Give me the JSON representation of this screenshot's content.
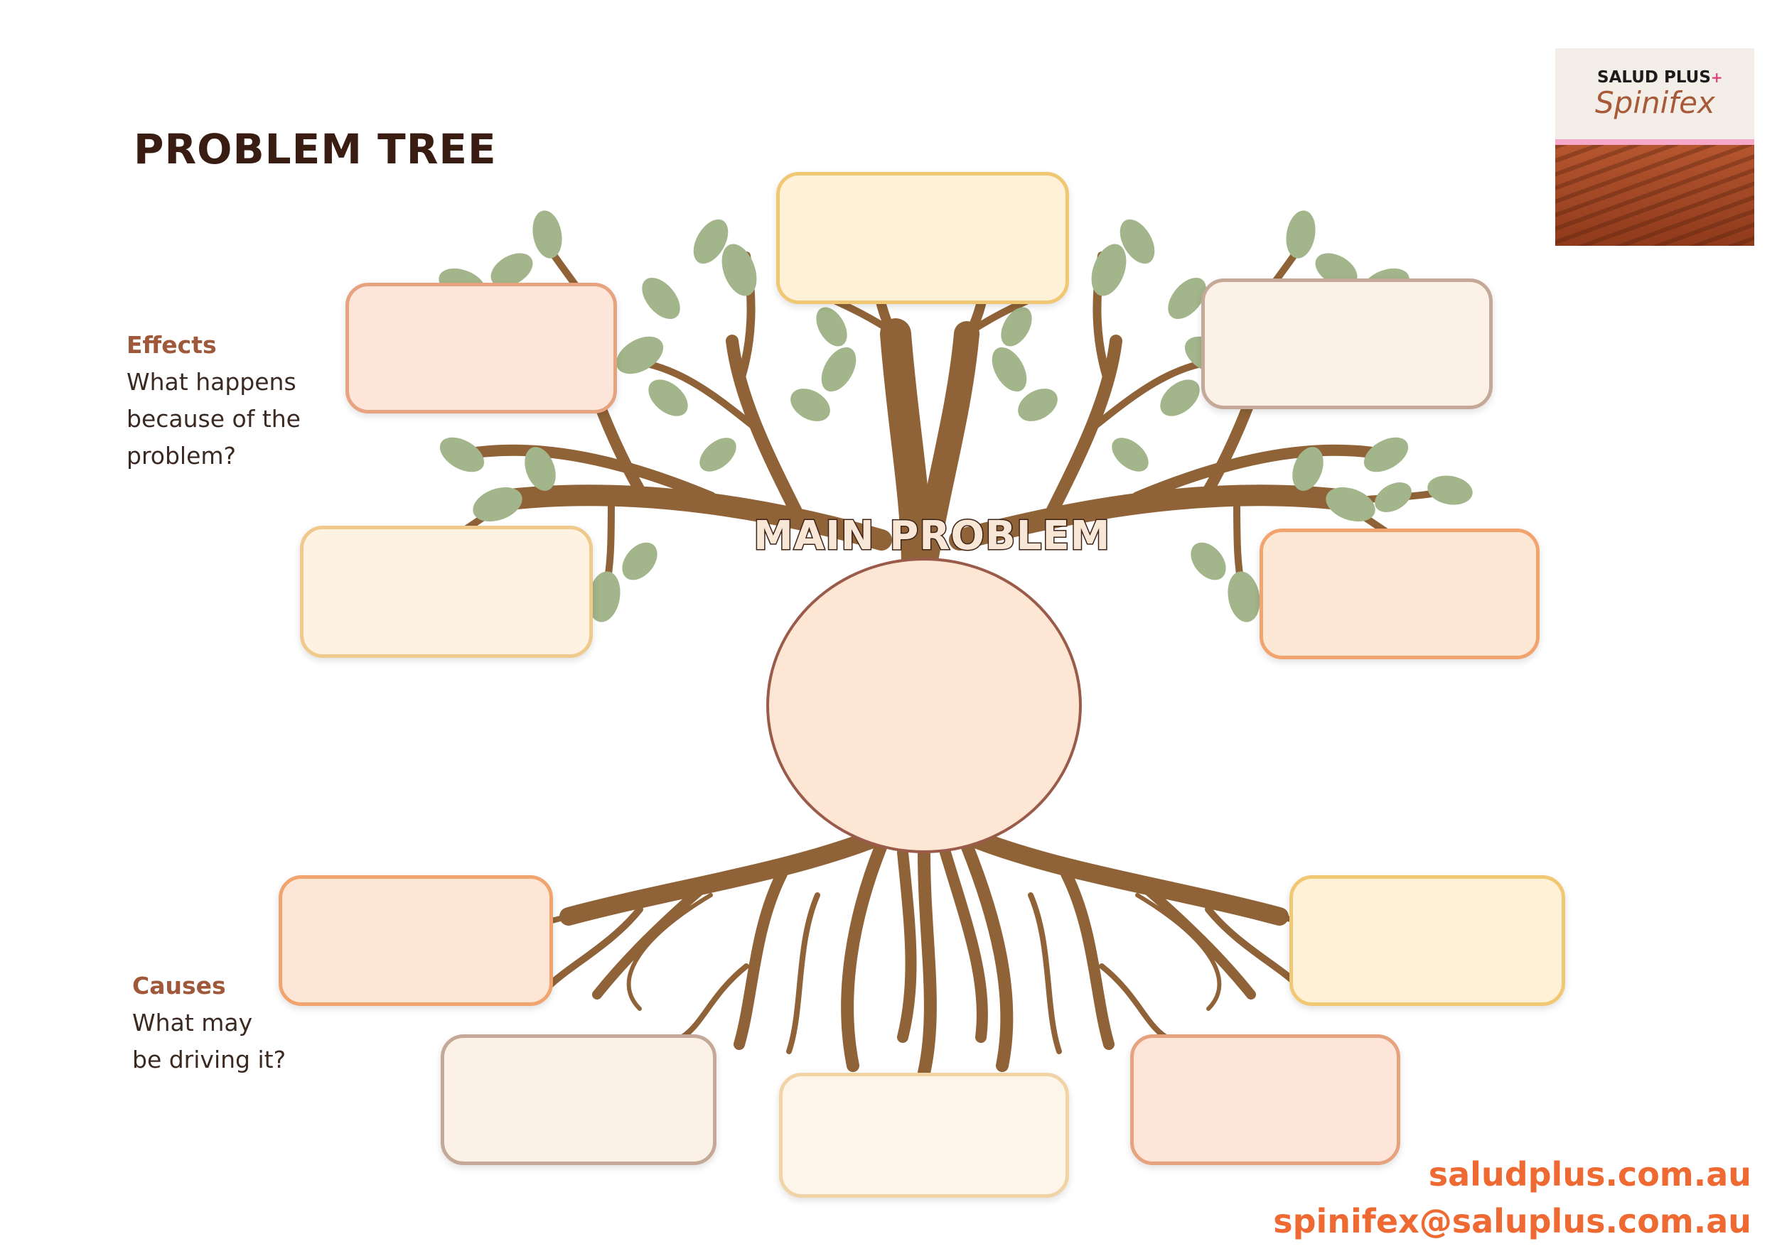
{
  "title": "PROBLEM TREE",
  "effects": {
    "heading": "Effects",
    "lines": [
      "What happens",
      "because of the",
      "problem?"
    ]
  },
  "causes": {
    "heading": "Causes",
    "lines": [
      "What may",
      "be driving it?"
    ]
  },
  "main_problem": "MAIN PROBLEM",
  "logo": {
    "line1": "SALUD PLUS",
    "plus": "+",
    "line2": "Spinifex"
  },
  "footer": {
    "website": "saludplus.com.au",
    "email": "spinifex@saluplus.com.au"
  },
  "colors": {
    "peach": "#fde6d9",
    "peach_border": "#e7a27f",
    "cream": "#fff0d8",
    "cream_border": "#f0c874",
    "light": "#fbf1e6",
    "light_border": "#c4a898",
    "orange_border": "#f2a46f",
    "trunk": "#8f6337",
    "leaf": "#a3b58a"
  },
  "effect_boxes": [
    {
      "id": "effect-box-1",
      "theme": "cream"
    },
    {
      "id": "effect-box-2",
      "theme": "peach"
    },
    {
      "id": "effect-box-3",
      "theme": "light"
    },
    {
      "id": "effect-box-4",
      "theme": "creamlight"
    },
    {
      "id": "effect-box-5",
      "theme": "peachorange"
    }
  ],
  "cause_boxes": [
    {
      "id": "cause-box-1",
      "theme": "peachorange"
    },
    {
      "id": "cause-box-2",
      "theme": "cream"
    },
    {
      "id": "cause-box-3",
      "theme": "light"
    },
    {
      "id": "cause-box-4",
      "theme": "creamlight"
    },
    {
      "id": "cause-box-5",
      "theme": "peach"
    }
  ]
}
